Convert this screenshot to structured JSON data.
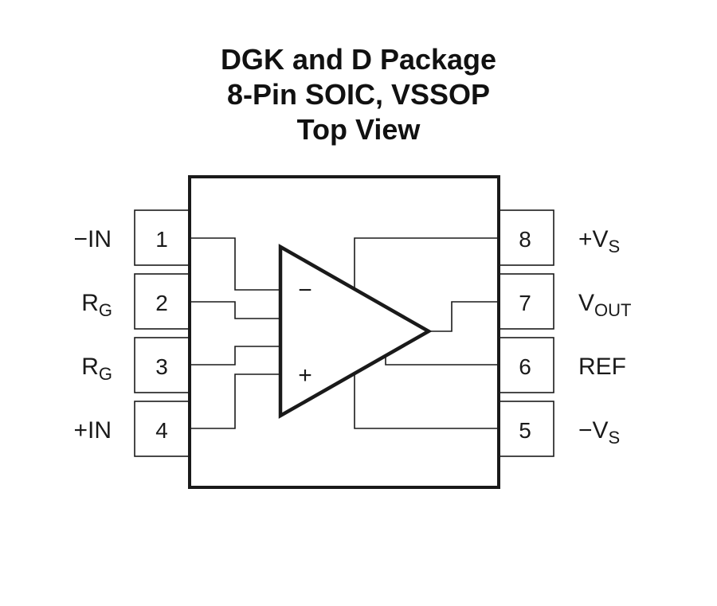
{
  "title": {
    "line1": "DGK and D Package",
    "line2": "8-Pin SOIC, VSSOP",
    "line3": "Top View"
  },
  "colors": {
    "stroke": "#1a1a1a",
    "background": "#ffffff"
  },
  "pins": [
    {
      "number": "1",
      "name": "−IN",
      "name_main": "−IN",
      "name_sub": "",
      "side": "left"
    },
    {
      "number": "2",
      "name": "RG",
      "name_main": "R",
      "name_sub": "G",
      "side": "left"
    },
    {
      "number": "3",
      "name": "RG",
      "name_main": "R",
      "name_sub": "G",
      "side": "left"
    },
    {
      "number": "4",
      "name": "+IN",
      "name_main": "+IN",
      "name_sub": "",
      "side": "left"
    },
    {
      "number": "5",
      "name": "−VS",
      "name_main": "−V",
      "name_sub": "S",
      "side": "right"
    },
    {
      "number": "6",
      "name": "REF",
      "name_main": "REF",
      "name_sub": "",
      "side": "right"
    },
    {
      "number": "7",
      "name": "VOUT",
      "name_main": "V",
      "name_sub": "OUT",
      "side": "right"
    },
    {
      "number": "8",
      "name": "+VS",
      "name_main": "+V",
      "name_sub": "S",
      "side": "right"
    }
  ],
  "amplifier": {
    "inverting_symbol": "−",
    "noninverting_symbol": "+"
  }
}
